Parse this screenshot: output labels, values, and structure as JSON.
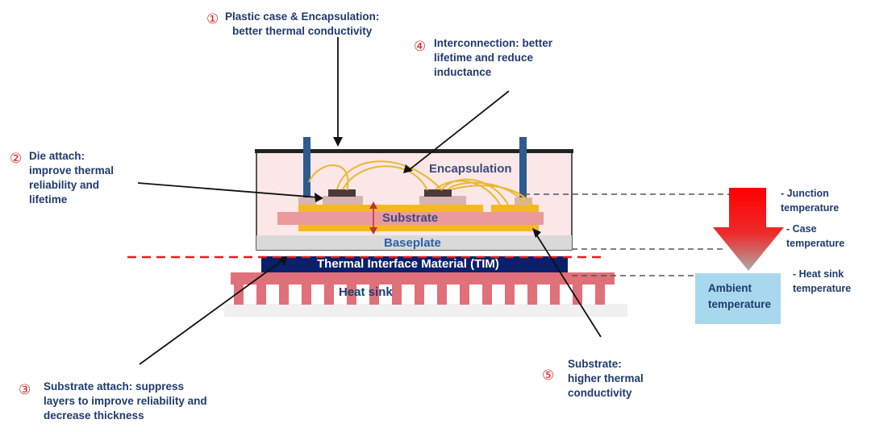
{
  "annotations": {
    "plastic_case": {
      "number": "①",
      "text": "Plastic case & Encapsulation:\nbetter thermal conductivity"
    },
    "interconnection": {
      "number": "④",
      "text": "Interconnection: better\nlifetime and reduce\ninductance"
    },
    "die_attach": {
      "number": "②",
      "text": "Die attach:\nimprove thermal\nreliability and\nlifetime"
    },
    "substrate_attach": {
      "number": "③",
      "text": "Substrate attach: suppress\nlayers to improve reliability and\ndecrease thickness"
    },
    "substrate": {
      "number": "⑤",
      "text": "Substrate:\nhigher thermal\nconductivity"
    }
  },
  "components": {
    "encapsulation": "Encapsulation",
    "substrate": "Substrate",
    "baseplate": "Baseplate",
    "tim": "Thermal Interface Material (TIM)",
    "heat_sink": "Heat sink",
    "ambient": "Ambient\ntemperature"
  },
  "temperatures": {
    "junction": "- Junction\ntemperature",
    "case": "- Case\ntemperature",
    "heat_sink": "- Heat sink\ntemperature"
  },
  "colors": {
    "label_text": "#1f3a6e",
    "number": "#e02020",
    "case_fill": "#fbe7e7",
    "substrate_pink": "#ea9a9a",
    "copper_yellow": "#f5b820",
    "baseplate": "#d9d9d9",
    "tim": "#0b1f6b",
    "heat_sink": "#e0707a",
    "ambient_box": "#a8d8ee",
    "arrow_red": "#ff0000"
  }
}
